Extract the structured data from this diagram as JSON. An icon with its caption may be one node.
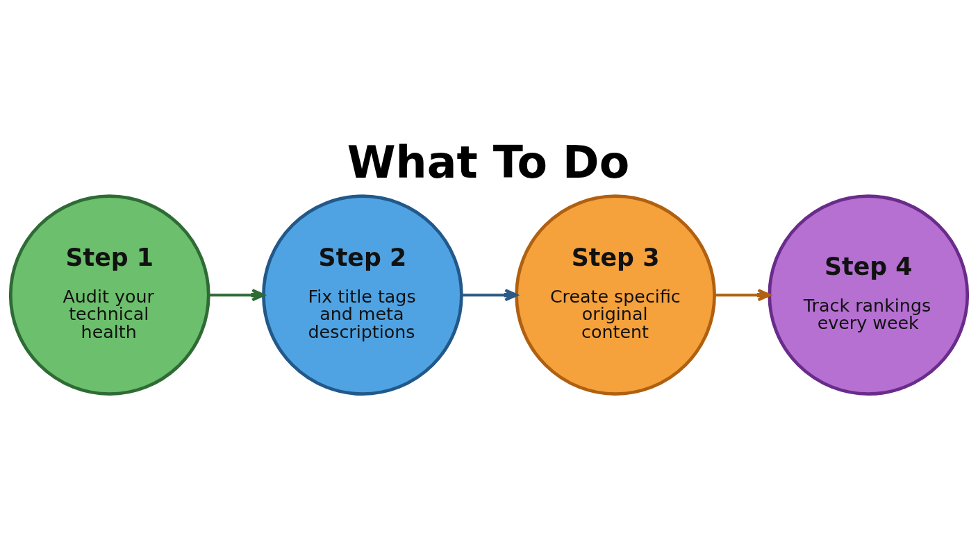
{
  "diagram": {
    "title": "What To Do",
    "nodes": [
      {
        "text": [
          "Step 1",
          "Audit your technical health"
        ]
      },
      {
        "text": [
          "Step 2",
          "Fix title tags and meta descriptions"
        ]
      },
      {
        "text": [
          "Step 3",
          "Create specific original content"
        ]
      },
      {
        "text": [
          "Step 4",
          "Track rankings every week"
        ]
      }
    ],
    "edges": [
      {
        "from": 0,
        "to": 1,
        "arrow": "to",
        "color": "#2e6b35"
      },
      {
        "from": 1,
        "to": 2,
        "arrow": "to",
        "color": "#2a5a85"
      },
      {
        "from": 2,
        "to": 3,
        "arrow": "to",
        "color": "#b0600f"
      }
    ]
  }
}
